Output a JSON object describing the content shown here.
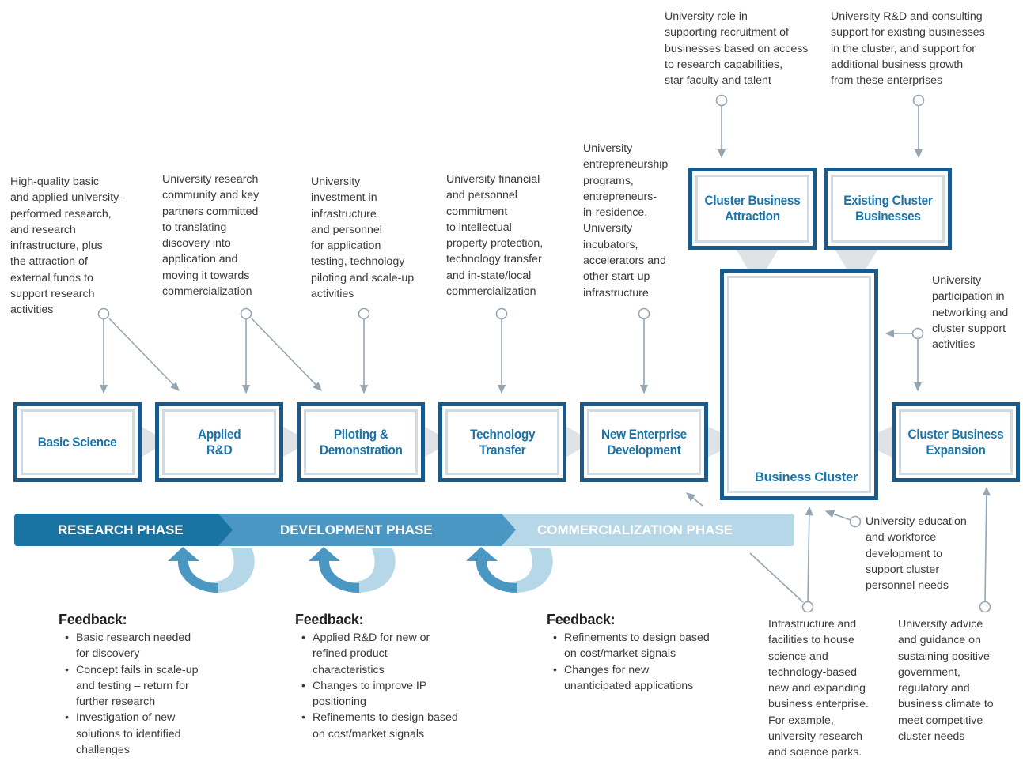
{
  "colors": {
    "box_border": "#1a5a8a",
    "box_text": "#1a74aa",
    "connector": "#94a5b3",
    "research_phase": "#1a74a3",
    "development_phase": "#4a97c4",
    "commercialization_phase": "#b5d7e8",
    "flow_arrow": "#dfe3e6"
  },
  "stages": [
    {
      "label": "Basic Science"
    },
    {
      "label": "Applied\nR&D"
    },
    {
      "label": "Piloting &\nDemonstration"
    },
    {
      "label": "Technology\nTransfer"
    },
    {
      "label": "New Enterprise\nDevelopment"
    }
  ],
  "cluster": {
    "attraction": "Cluster Business\nAttraction",
    "existing": "Existing Cluster\nBusinesses",
    "center": "Business Cluster",
    "expansion": "Cluster Business\nExpansion",
    "building_icon": "office-building-icon"
  },
  "phases": [
    {
      "label": "RESEARCH PHASE"
    },
    {
      "label": "DEVELOPMENT PHASE"
    },
    {
      "label": "COMMERCIALIZATION PHASE"
    }
  ],
  "notes": {
    "basic": "High-quality basic\nand applied university-\nperformed research,\nand research\ninfrastructure, plus\nthe attraction of\nexternal funds to\nsupport research\nactivities",
    "applied": "University research\ncommunity and key\npartners committed\nto translating\ndiscovery into\napplication and\nmoving it towards\ncommercialization",
    "piloting": "University\ninvestment in\ninfrastructure\nand personnel\nfor application\ntesting, technology\npiloting and scale-up\nactivities",
    "transfer": "University financial\nand personnel\ncommitment\nto intellectual\nproperty protection,\ntechnology transfer\nand in-state/local\ncommercialization",
    "enterprise": "University\nentrepreneurship\nprograms,\nentrepreneurs-\nin-residence.\nUniversity\nincubators,\naccelerators and\nother start-up\ninfrastructure",
    "attraction": "University role in\nsupporting recruitment of\nbusinesses based on access\nto research capabilities,\nstar faculty and talent",
    "existing": "University R&D and consulting\nsupport for existing businesses\nin the cluster, and support for\nadditional business growth\nfrom these enterprises",
    "networking": "University\nparticipation in\nnetworking and\ncluster support\nactivities",
    "education": "University education\nand workforce\ndevelopment to\nsupport cluster\npersonnel needs",
    "infrastructure": "Infrastructure and\nfacilities to house\nscience and\ntechnology-based\nnew and expanding\nbusiness enterprise.\nFor example,\nuniversity research\nand science parks.",
    "advice": "University advice\nand guidance on\nsustaining positive\ngovernment,\nregulatory and\nbusiness climate to\nmeet competitive\ncluster needs"
  },
  "feedback": [
    {
      "title": "Feedback:",
      "items": [
        "Basic research needed\nfor discovery",
        "Concept fails in scale-up\nand testing – return for\nfurther research",
        "Investigation of new\nsolutions to identified\nchallenges"
      ]
    },
    {
      "title": "Feedback:",
      "items": [
        "Applied R&D for new or\nrefined product\ncharacteristics",
        "Changes to improve IP\npositioning",
        "Refinements to design based\non cost/market signals"
      ]
    },
    {
      "title": "Feedback:",
      "items": [
        "Refinements to design based\non cost/market signals",
        "Changes for new\nunanticipated applications"
      ]
    }
  ]
}
